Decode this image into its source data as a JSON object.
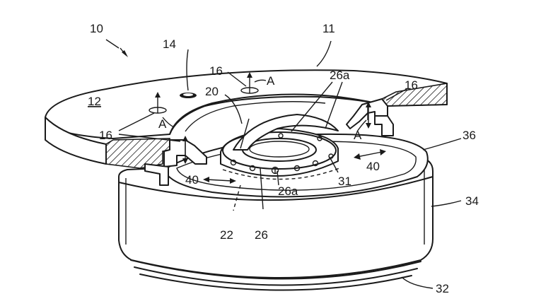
{
  "figure": {
    "labels": {
      "l10": "10",
      "l11": "11",
      "l12": "12",
      "l14": "14",
      "l16a": "16",
      "l16b": "16",
      "l16c": "16",
      "l20": "20",
      "l22": "22",
      "l26": "26",
      "l26a_top": "26a",
      "l26a_bottom": "26a",
      "l31": "31",
      "l32": "32",
      "l34": "34",
      "l36": "36",
      "l40a": "40",
      "l40b": "40",
      "lA1": "A",
      "lA2": "A",
      "lA3": "A"
    },
    "colors": {
      "ink": "#1a1a1a",
      "paper": "#ffffff"
    }
  }
}
